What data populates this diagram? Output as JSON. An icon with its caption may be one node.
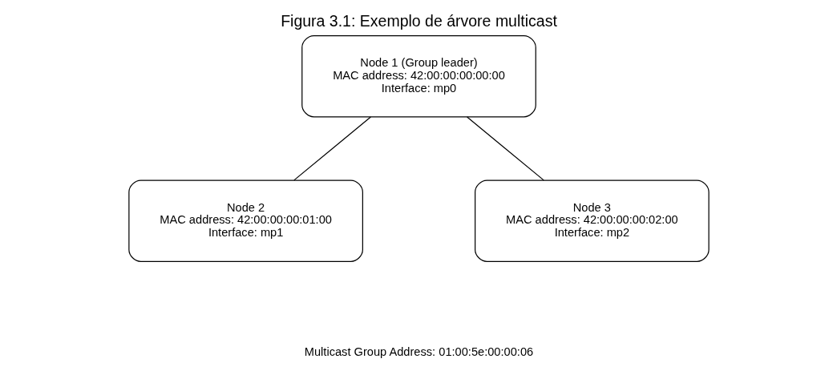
{
  "diagram": {
    "title": "Figura 3.1: Exemplo de árvore multicast",
    "nodes": [
      {
        "text": [
          "Node 1 (Group leader)",
          "MAC address: 42:00:00:00:00:00",
          "Interface: mp0"
        ]
      },
      {
        "text": [
          "Node 2",
          "MAC address: 42:00:00:00:01:00",
          "Interface: mp1"
        ]
      },
      {
        "text": [
          "Node 3",
          "MAC address: 42:00:00:00:02:00",
          "Interface: mp2"
        ]
      }
    ],
    "edges": [
      {
        "from": 0,
        "to": 1,
        "arrow": "none"
      },
      {
        "from": 0,
        "to": 2,
        "arrow": "none"
      }
    ],
    "labels": [
      "Multicast Group Address: 01:00:5e:00:00:06"
    ]
  }
}
